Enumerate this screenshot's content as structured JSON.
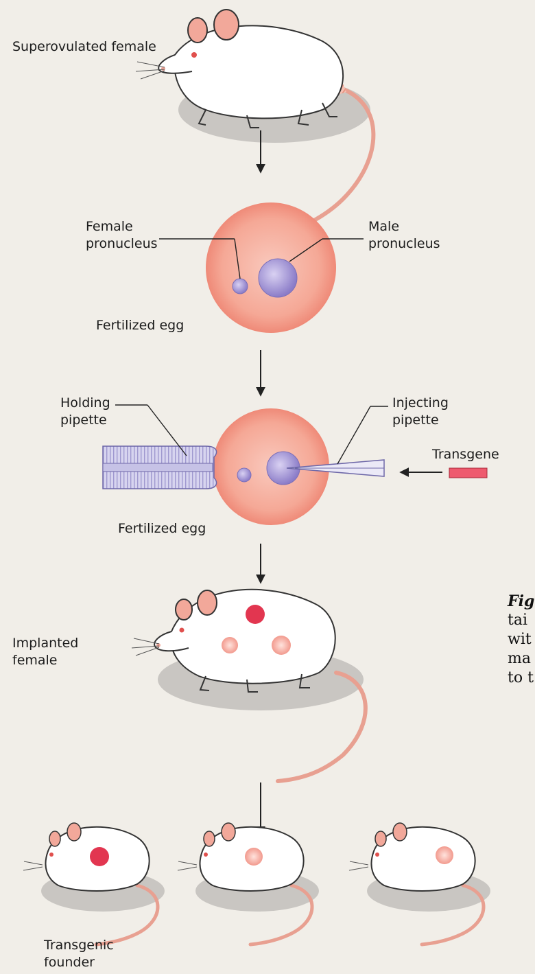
{
  "diagram": {
    "labels": {
      "superovulated_female": "Superovulated female",
      "female_pronucleus": "Female pronucleus",
      "male_pronucleus": "Male pronucleus",
      "fertilized_egg_1": "Fertilized egg",
      "holding_pipette": "Holding pipette",
      "injecting_pipette": "Injecting pipette",
      "transgene": "Transgene",
      "fertilized_egg_2": "Fertilized egg",
      "implanted_female": "Implanted female",
      "transgenic_founder": "Transgenic founder"
    },
    "caption_fragment": {
      "title": "Fig",
      "lines": [
        "tai",
        "wit",
        "ma",
        "to t"
      ]
    }
  }
}
